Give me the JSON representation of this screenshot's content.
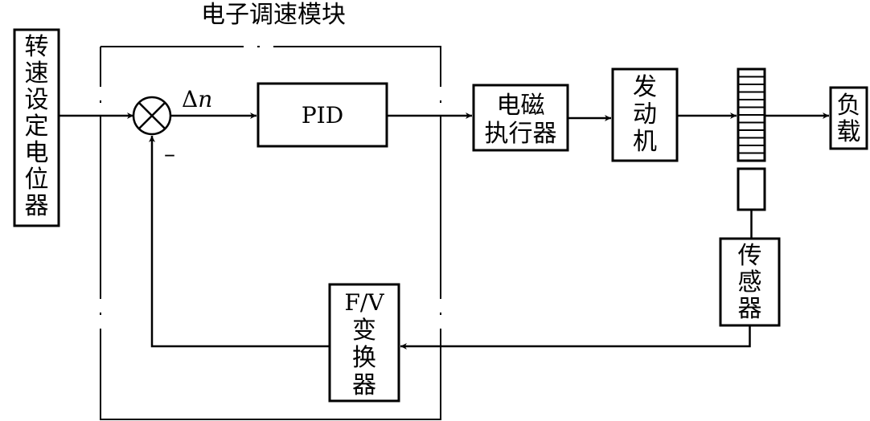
{
  "module": {
    "title": "电子调速模块"
  },
  "blocks": {
    "speed_setpoint": {
      "chars": [
        "转",
        "速",
        "设",
        "定",
        "电",
        "位",
        "器"
      ]
    },
    "pid": {
      "label": "PID"
    },
    "em_actuator": {
      "line1": "电磁",
      "line2": "执行器"
    },
    "engine": {
      "chars": [
        "发",
        "动",
        "机"
      ]
    },
    "load": {
      "chars": [
        "负",
        "载"
      ]
    },
    "sensor": {
      "chars": [
        "传",
        "感",
        "器"
      ]
    },
    "fv_converter": {
      "line1": "F/V",
      "chars": [
        "变",
        "换",
        "器"
      ]
    }
  },
  "signals": {
    "error_delta": "Δ",
    "error_var": "n",
    "feedback_sign": "–"
  }
}
